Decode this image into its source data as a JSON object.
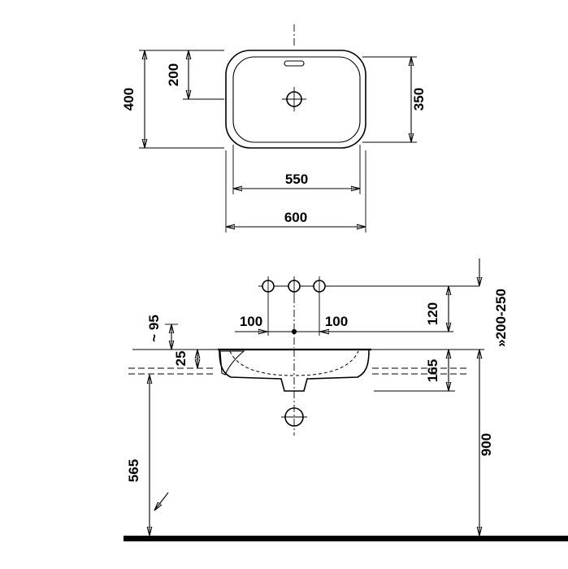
{
  "plan_view": {
    "depth_overall": "400",
    "tap_center_from_rear": "200",
    "bowl_depth": "350",
    "bowl_width": "550",
    "width_overall": "600"
  },
  "section_view": {
    "tap_spacing_left": "100",
    "tap_spacing_right": "100",
    "rim_above_counter": "~ 95",
    "counter_thickness": "25",
    "tap_line_offset": "120",
    "basin_height": "165",
    "wall_tap_height_range": "»200-250",
    "clearance_under_counter": "565",
    "rim_height_from_floor": "900"
  }
}
